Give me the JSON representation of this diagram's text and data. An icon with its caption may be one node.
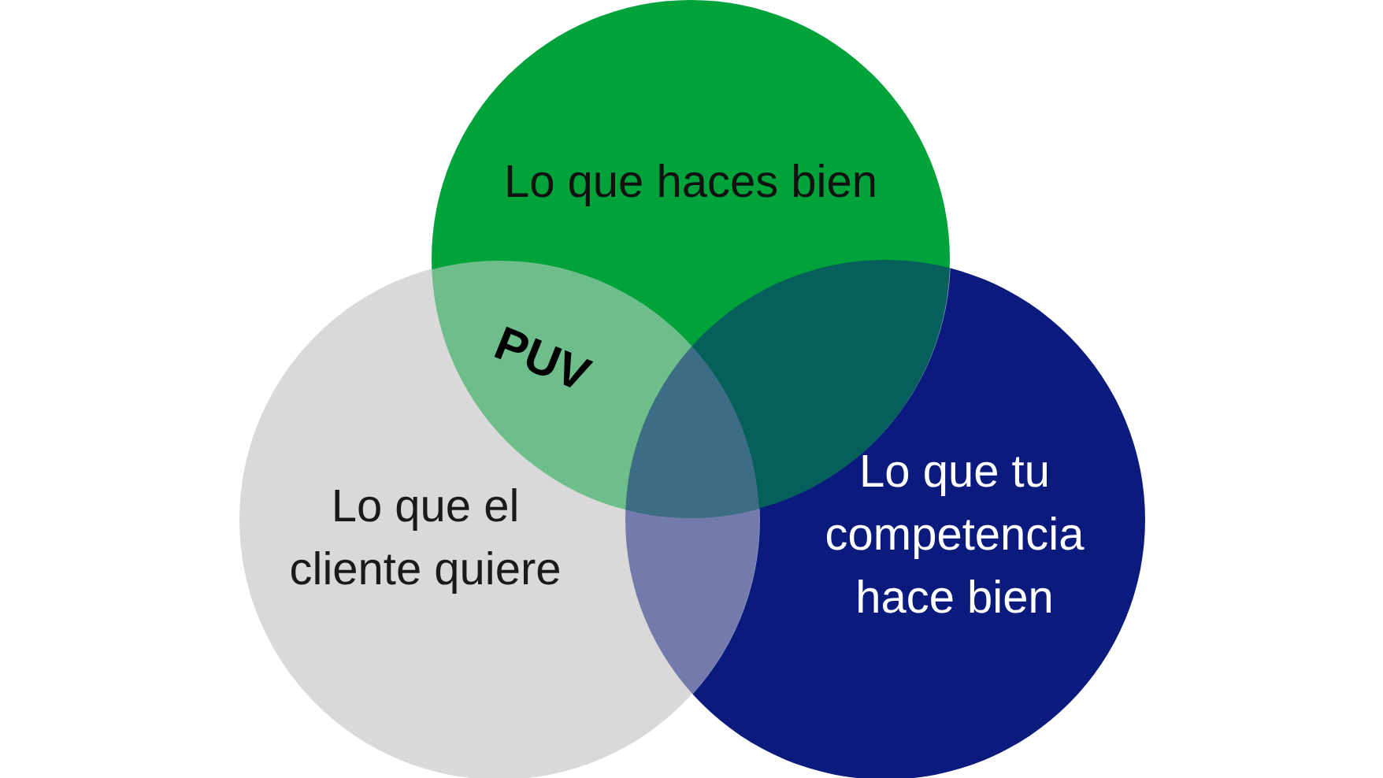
{
  "diagram": {
    "nodes": [
      {
        "text": [
          "Lo que haces bien"
        ]
      },
      {
        "text": [
          "Lo que el cliente quiere"
        ]
      },
      {
        "text": [
          "Lo que tu competencia hace bien"
        ]
      }
    ],
    "labels": [
      "PUV"
    ]
  }
}
